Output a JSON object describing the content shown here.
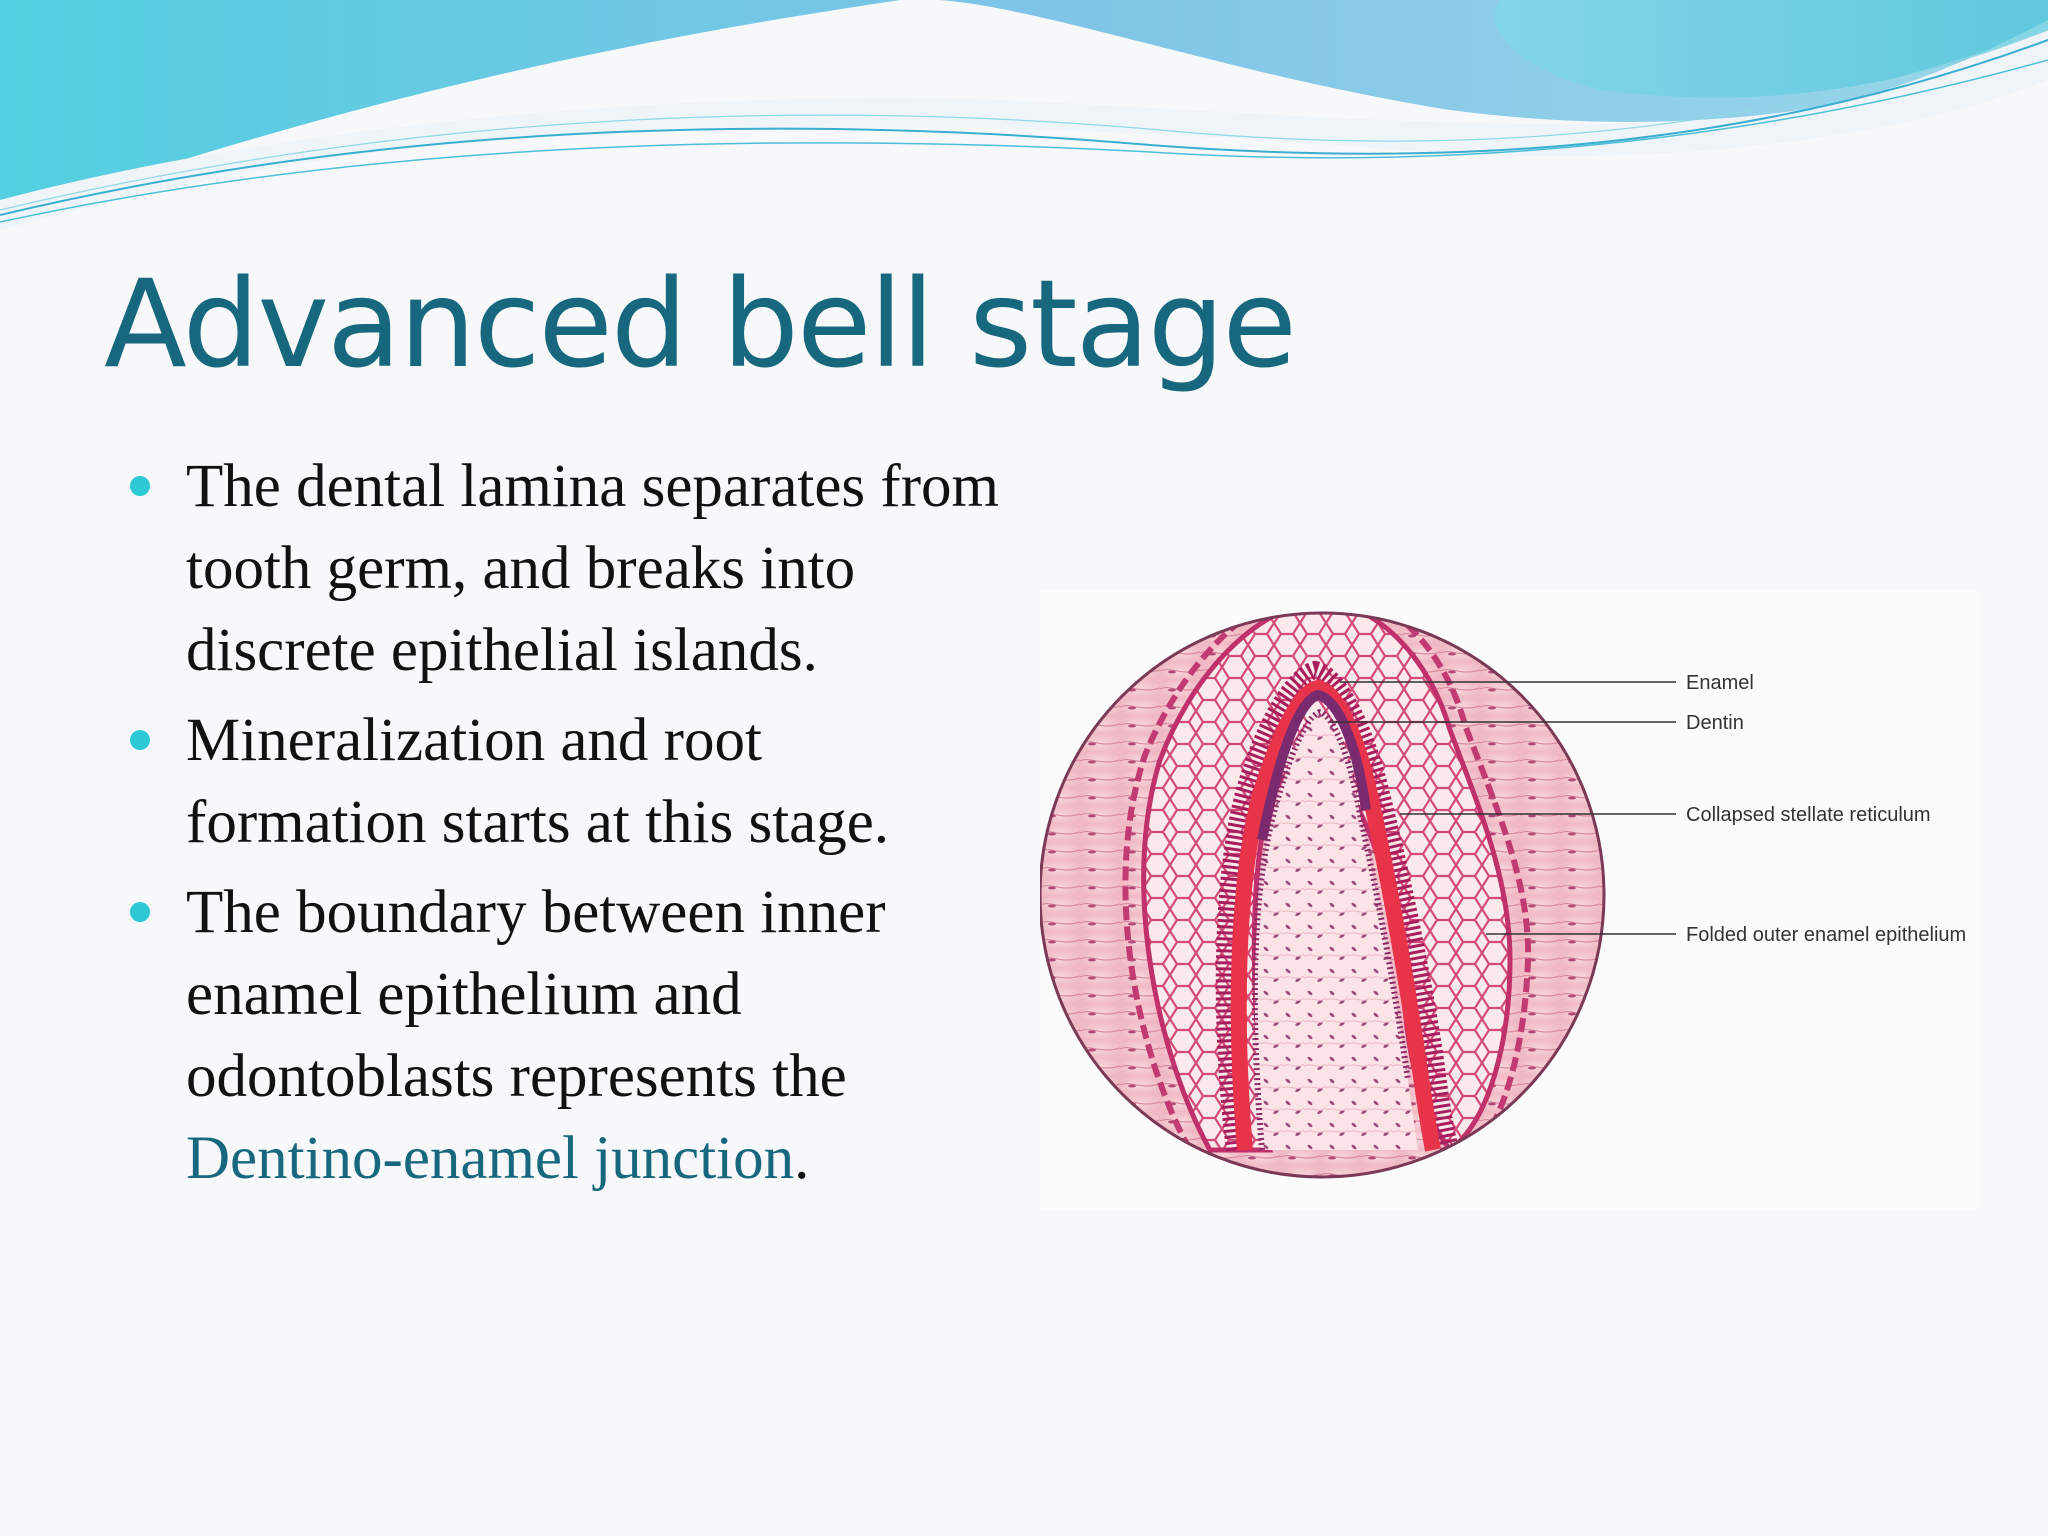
{
  "slide": {
    "title": "Advanced bell stage",
    "bullets": [
      {
        "text": "The dental lamina separates from tooth germ, and breaks into discrete epithelial islands."
      },
      {
        "text": "Mineralization and root formation starts at this stage."
      },
      {
        "text_before": "The boundary between inner enamel epithelium and odontoblasts represents the ",
        "highlight": "Dentino-enamel junction",
        "text_after": "."
      }
    ]
  },
  "figure": {
    "labels": {
      "enamel": "Enamel",
      "dentin": "Dentin",
      "stellate": "Collapsed stellate reticulum",
      "outer": "Folded outer enamel epithelium"
    }
  },
  "colors": {
    "title": "#17687e",
    "bullet_dot": "#2cc9d6",
    "highlight": "#17687e",
    "tissue_pink": "#f3bfca",
    "tissue_dark": "#c2185b"
  }
}
